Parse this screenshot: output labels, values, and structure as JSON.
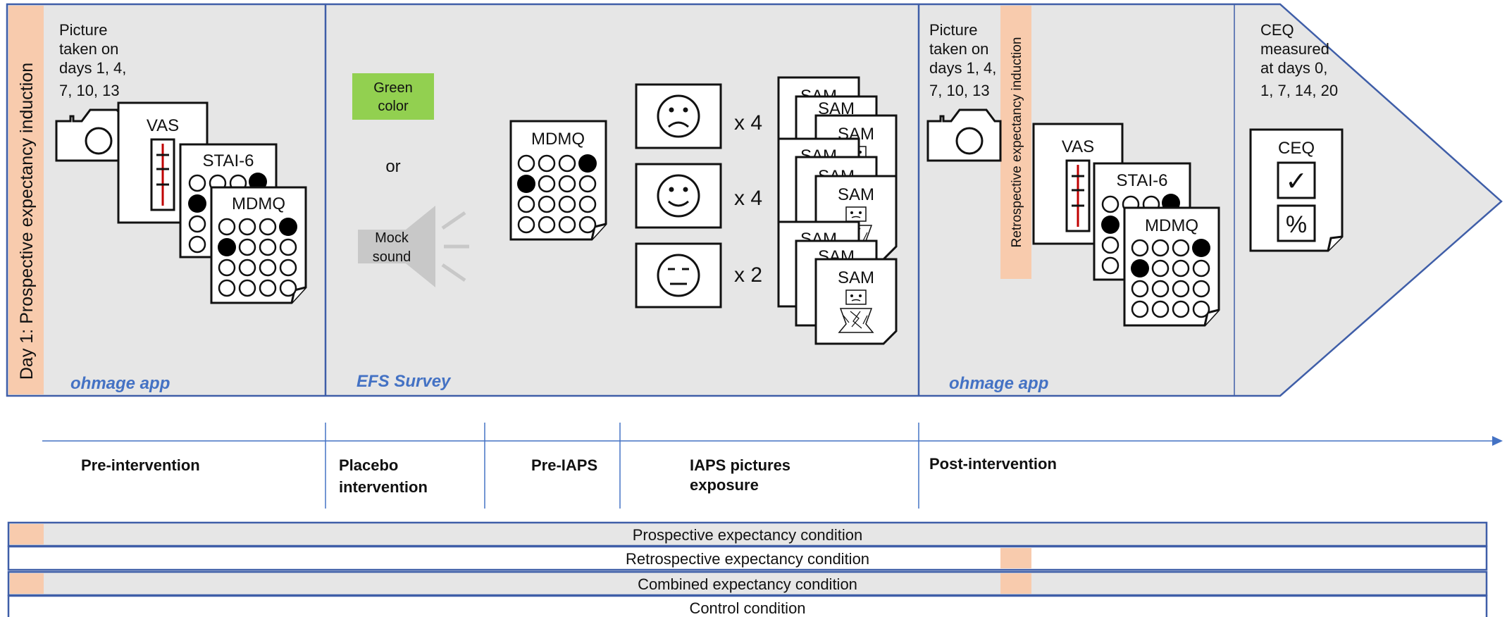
{
  "colors": {
    "panel_fill": "#e6e6e6",
    "border_blue": "#3f5ea8",
    "accent_blue": "#4472c4",
    "expectancy_orange": "#f8cbad",
    "green_cue": "#92d050",
    "speaker_gray": "#c8c8c8",
    "vas_red": "#c00000"
  },
  "panel1": {
    "vertical_label": "Day 1: Prospective expectancy induction",
    "picture_text": [
      "Picture",
      "taken on",
      "days 1, 4,",
      "7, 10, 13"
    ],
    "vas_label": "VAS",
    "stai_label": "STAI-6",
    "mdmq_label": "MDMQ",
    "app_label": "ohmage app",
    "icons": [
      "camera-icon",
      "vas-form-icon",
      "stai-form-icon",
      "mdmq-form-icon"
    ]
  },
  "panel2": {
    "green_box": [
      "Green",
      "color"
    ],
    "or_label": "or",
    "mock_sound": [
      "Mock",
      "sound"
    ],
    "mdmq_label": "MDMQ",
    "sam_label": "SAM",
    "faces": [
      {
        "face": "sad-face-icon",
        "count": "x 4"
      },
      {
        "face": "happy-face-icon",
        "count": "x 4"
      },
      {
        "face": "neutral-face-icon",
        "count": "x 2"
      }
    ],
    "survey_label": "EFS Survey"
  },
  "panel3": {
    "picture_text": [
      "Picture",
      "taken on",
      "days 1, 4,",
      "7, 10, 13"
    ],
    "vertical_label": "Retrospective expectancy induction",
    "vas_label": "VAS",
    "stai_label": "STAI-6",
    "mdmq_label": "MDMQ",
    "app_label": "ohmage app"
  },
  "panel4": {
    "ceq_text": [
      "CEQ",
      "measured",
      "at days 0,",
      "1, 7, 14, 20"
    ],
    "ceq_label": "CEQ",
    "check_symbol": "✓",
    "percent_symbol": "%"
  },
  "timeline": {
    "phases": [
      {
        "lines": [
          "Pre-intervention"
        ]
      },
      {
        "lines": [
          "Placebo",
          "intervention"
        ]
      },
      {
        "lines": [
          "Pre-IAPS"
        ]
      },
      {
        "lines": [
          "IAPS pictures",
          "exposure"
        ]
      },
      {
        "lines": [
          "Post-intervention"
        ]
      }
    ]
  },
  "conditions": [
    {
      "label": "Prospective expectancy condition",
      "prospective": true,
      "retrospective": false
    },
    {
      "label": "Retrospective expectancy condition",
      "prospective": false,
      "retrospective": true
    },
    {
      "label": "Combined expectancy condition",
      "prospective": true,
      "retrospective": true
    },
    {
      "label": "Control condition",
      "prospective": false,
      "retrospective": false
    }
  ]
}
